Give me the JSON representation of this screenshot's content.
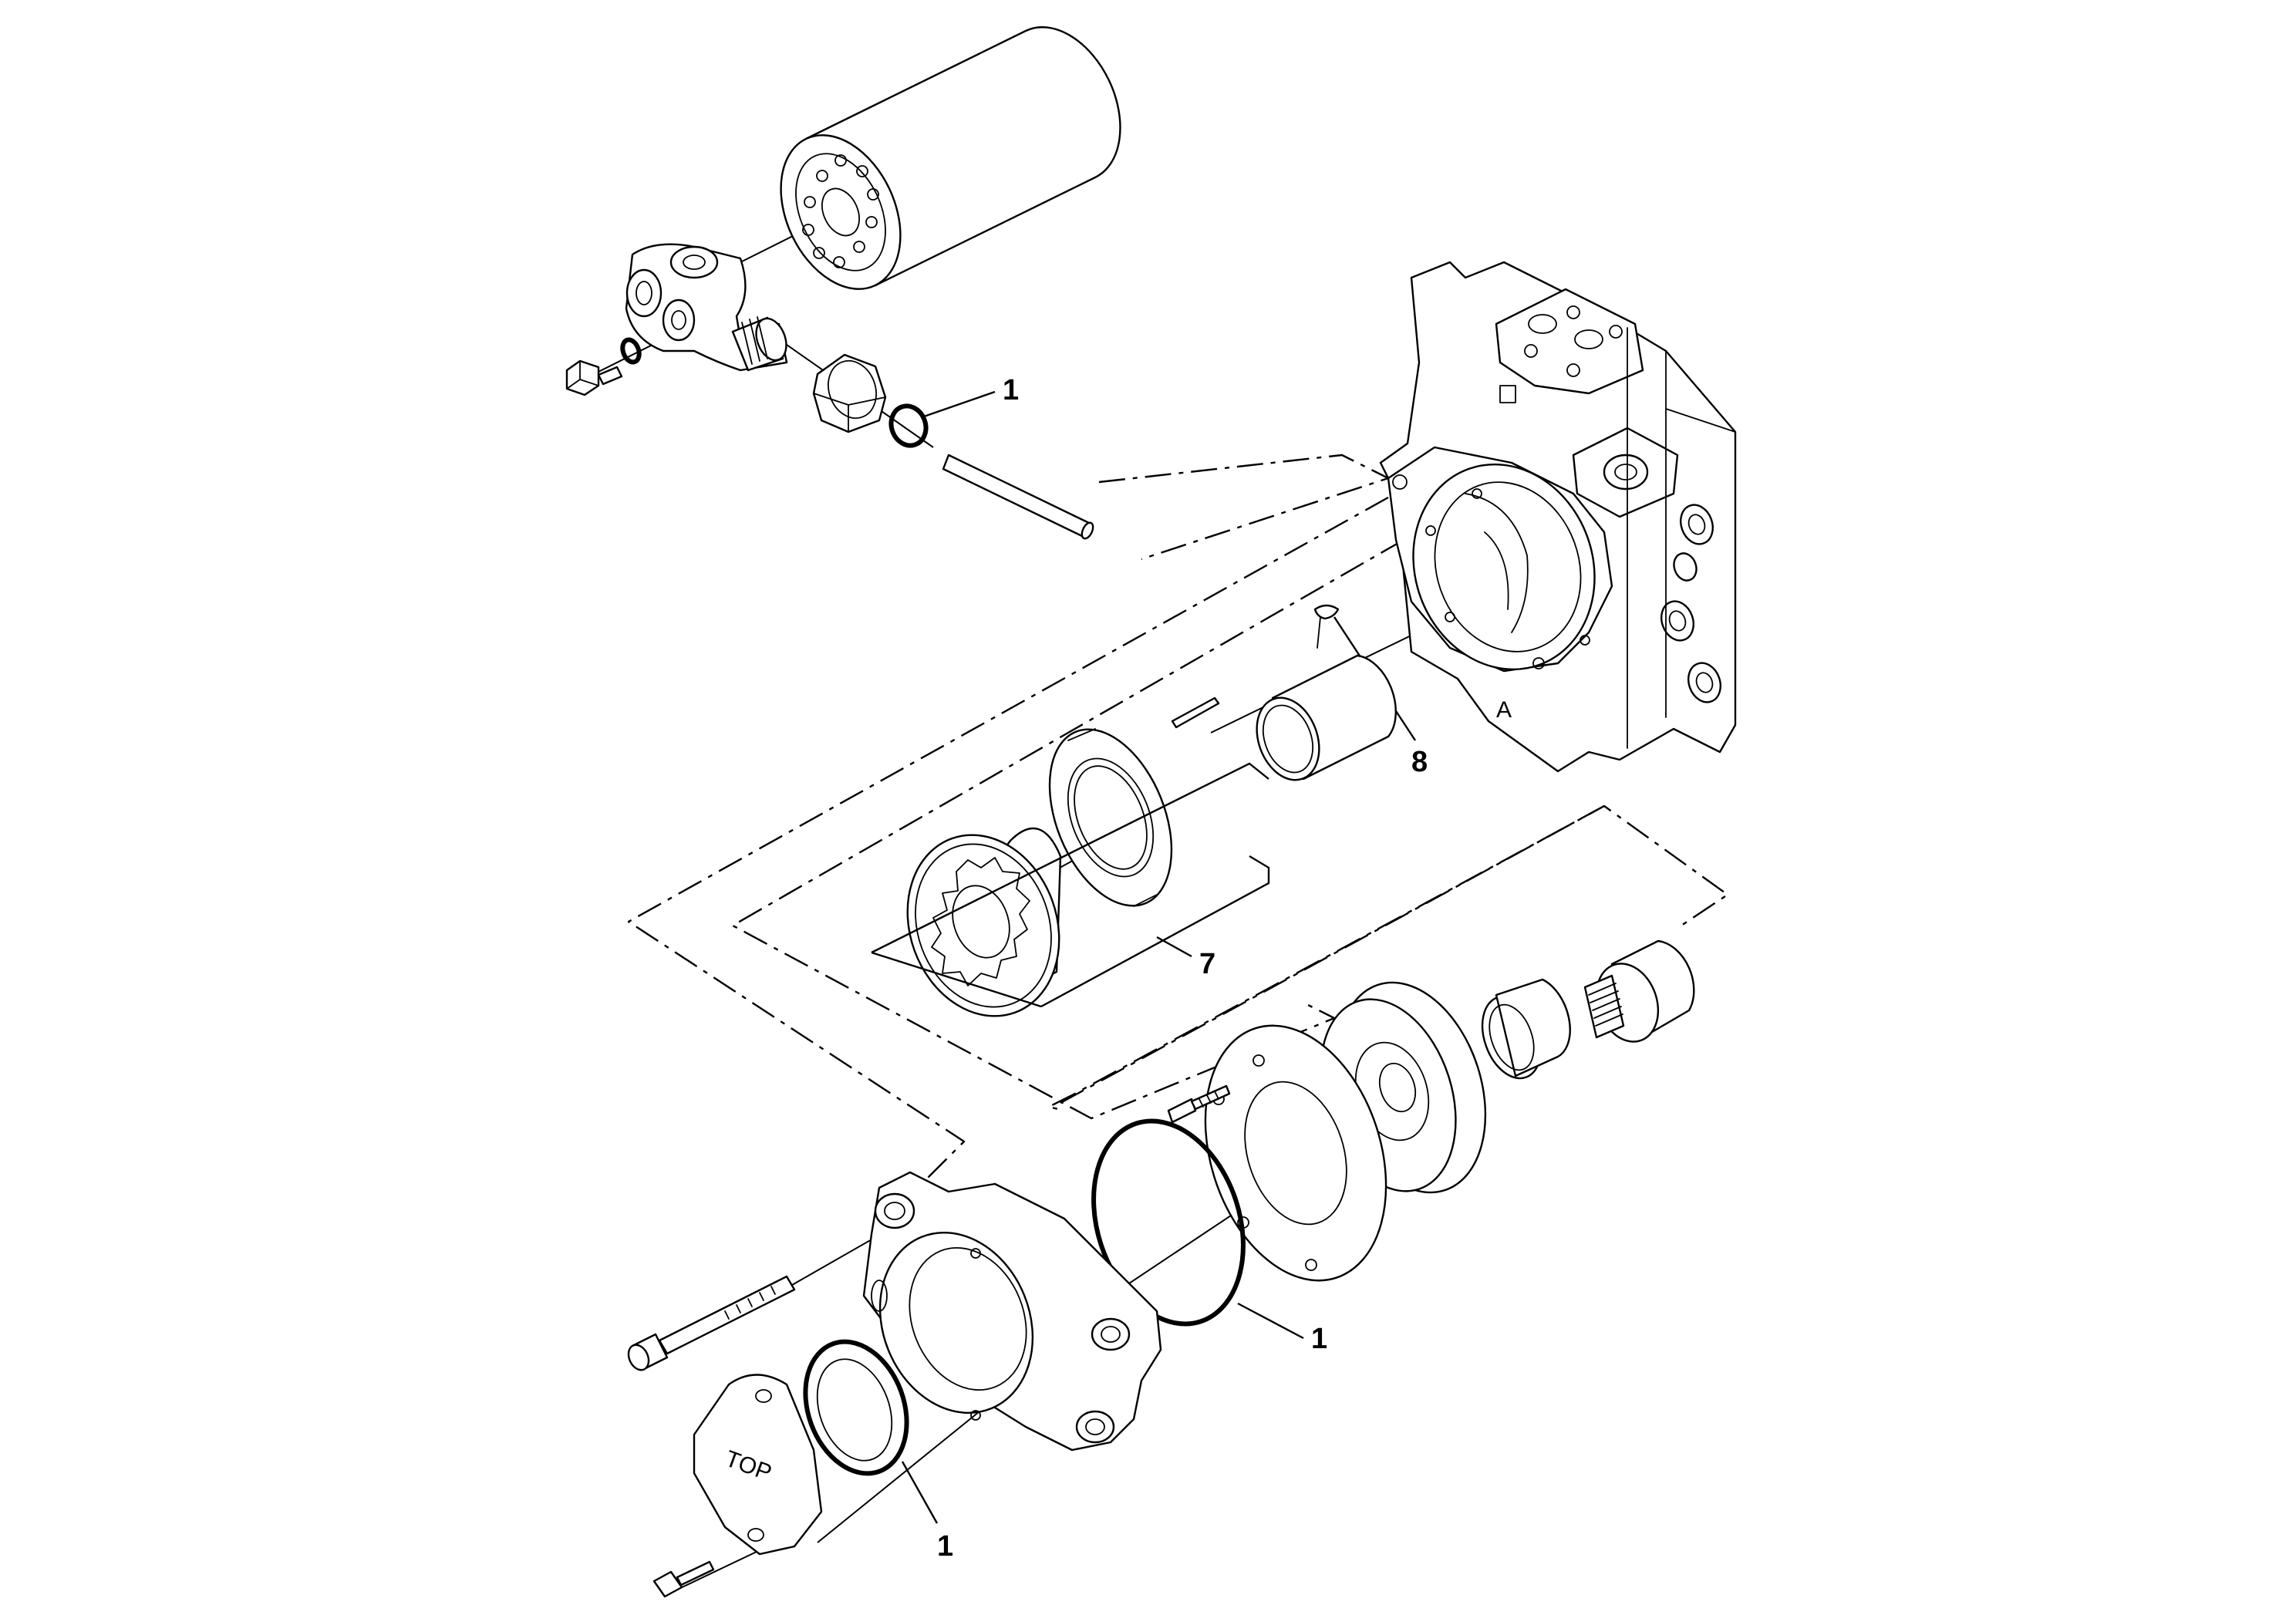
{
  "callouts": {
    "c1_top": "1",
    "c8": "8",
    "c7": "7",
    "c1_mid": "1",
    "c1_bottom": "1"
  },
  "markings": {
    "cover_label": "TOP",
    "port_label": "A"
  }
}
